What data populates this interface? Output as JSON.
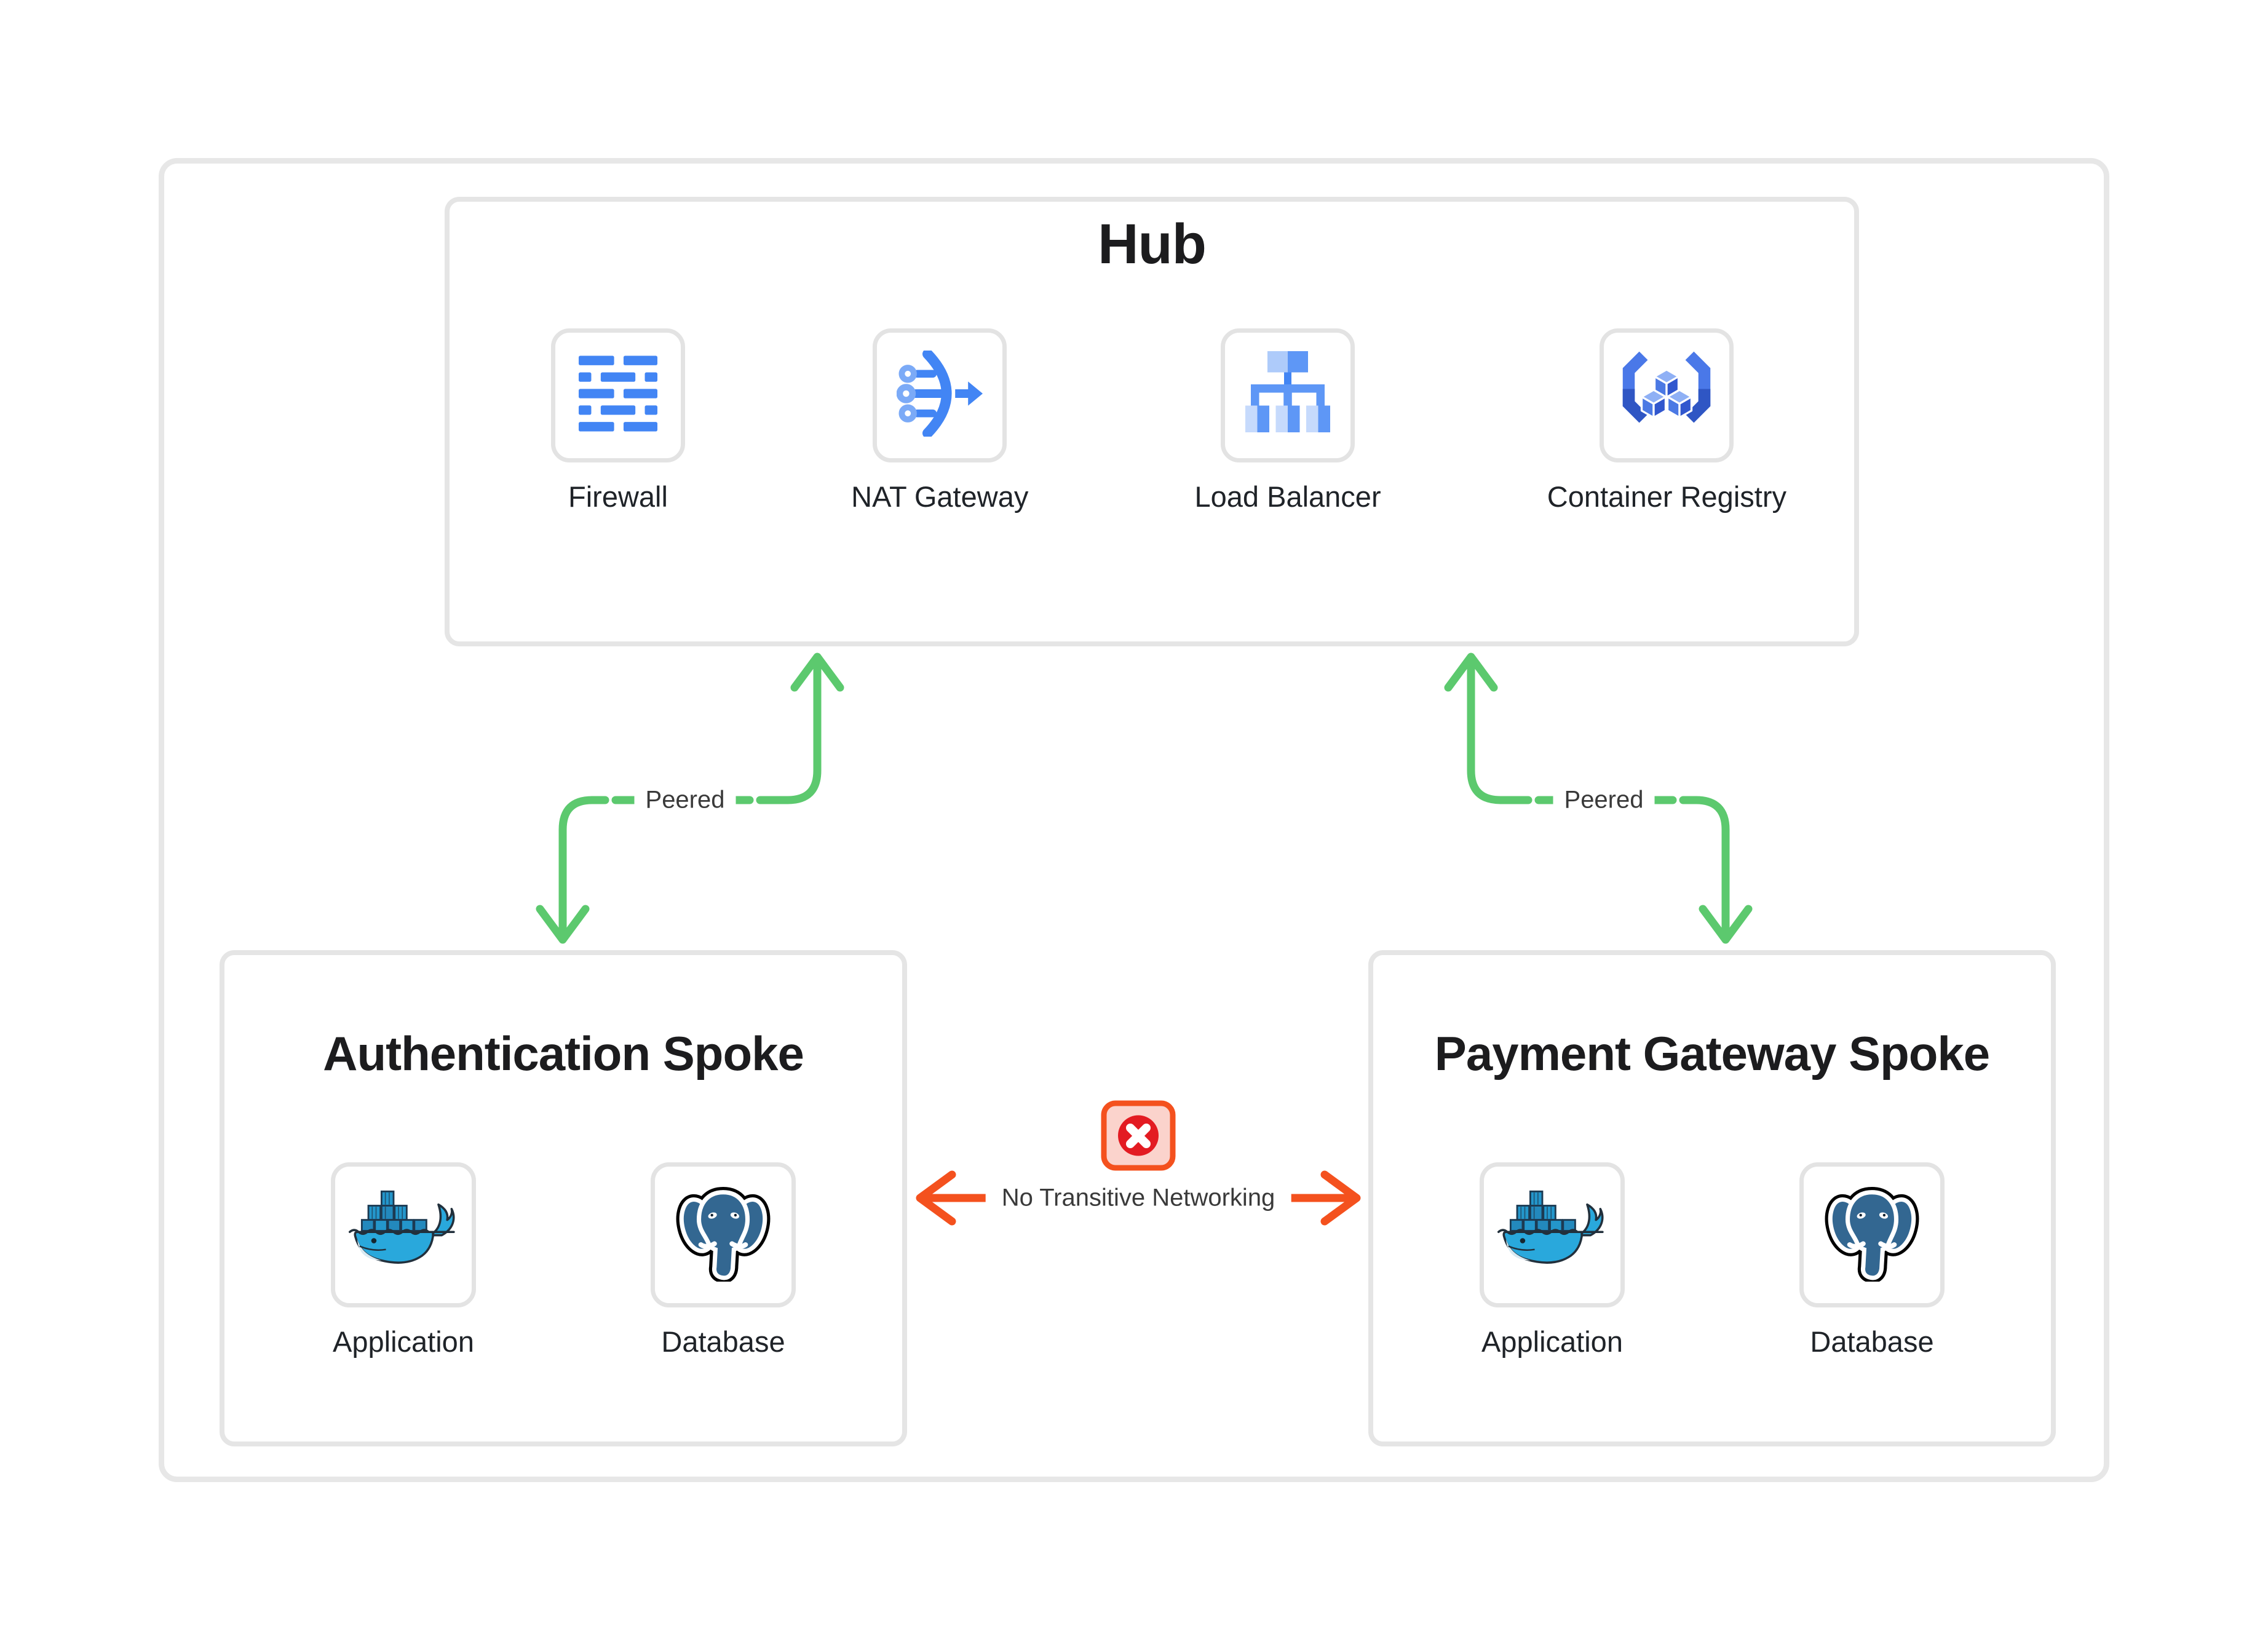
{
  "diagram": {
    "hub": {
      "title": "Hub",
      "items": [
        {
          "label": "Firewall",
          "icon": "firewall-icon"
        },
        {
          "label": "NAT Gateway",
          "icon": "nat-gateway-icon"
        },
        {
          "label": "Load Balancer",
          "icon": "load-balancer-icon"
        },
        {
          "label": "Container Registry",
          "icon": "container-registry-icon"
        }
      ]
    },
    "spokes": [
      {
        "title": "Authentication Spoke",
        "items": [
          {
            "label": "Application",
            "icon": "docker-icon"
          },
          {
            "label": "Database",
            "icon": "postgresql-icon"
          }
        ]
      },
      {
        "title": "Payment Gateway Spoke",
        "items": [
          {
            "label": "Application",
            "icon": "docker-icon"
          },
          {
            "label": "Database",
            "icon": "postgresql-icon"
          }
        ]
      }
    ],
    "connections": {
      "left_peering_label": "Peered",
      "right_peering_label": "Peered",
      "restriction_label": "No Transitive Networking"
    },
    "colors": {
      "peering_green": "#5CC96E",
      "restriction_red": "#F4511E",
      "restriction_badge_bg": "#FBD3CC",
      "restriction_circle": "#E31B22",
      "icon_blue": "#4285F4",
      "icon_blue_light": "#AECBFA",
      "docker_blue": "#29A8DC",
      "postgres_blue": "#336791",
      "border_gray": "#E5E5E5",
      "text_dark": "#1C1C1E"
    }
  }
}
